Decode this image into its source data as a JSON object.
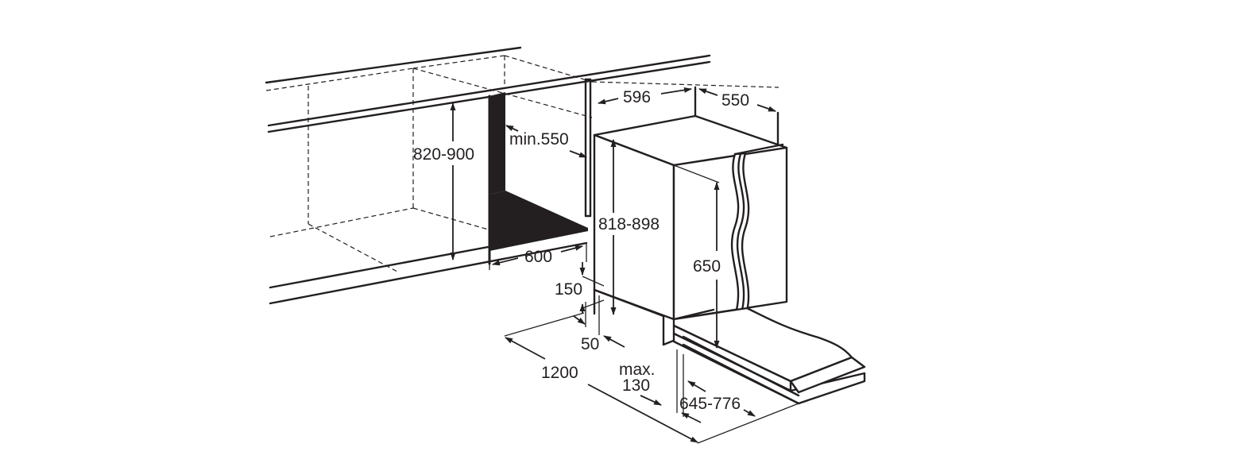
{
  "diagram": {
    "labels": {
      "recess_height": "820-900",
      "min_depth": "min.550",
      "recess_depth": "600",
      "appliance_width": "596",
      "appliance_depth": "550",
      "appliance_height": "818-898",
      "door_height": "650",
      "plinth_height": "150",
      "plinth_setback": "50",
      "door_swing": "1200",
      "max_label": "max.",
      "max_value": "130",
      "plinth_range": "645-776"
    }
  }
}
